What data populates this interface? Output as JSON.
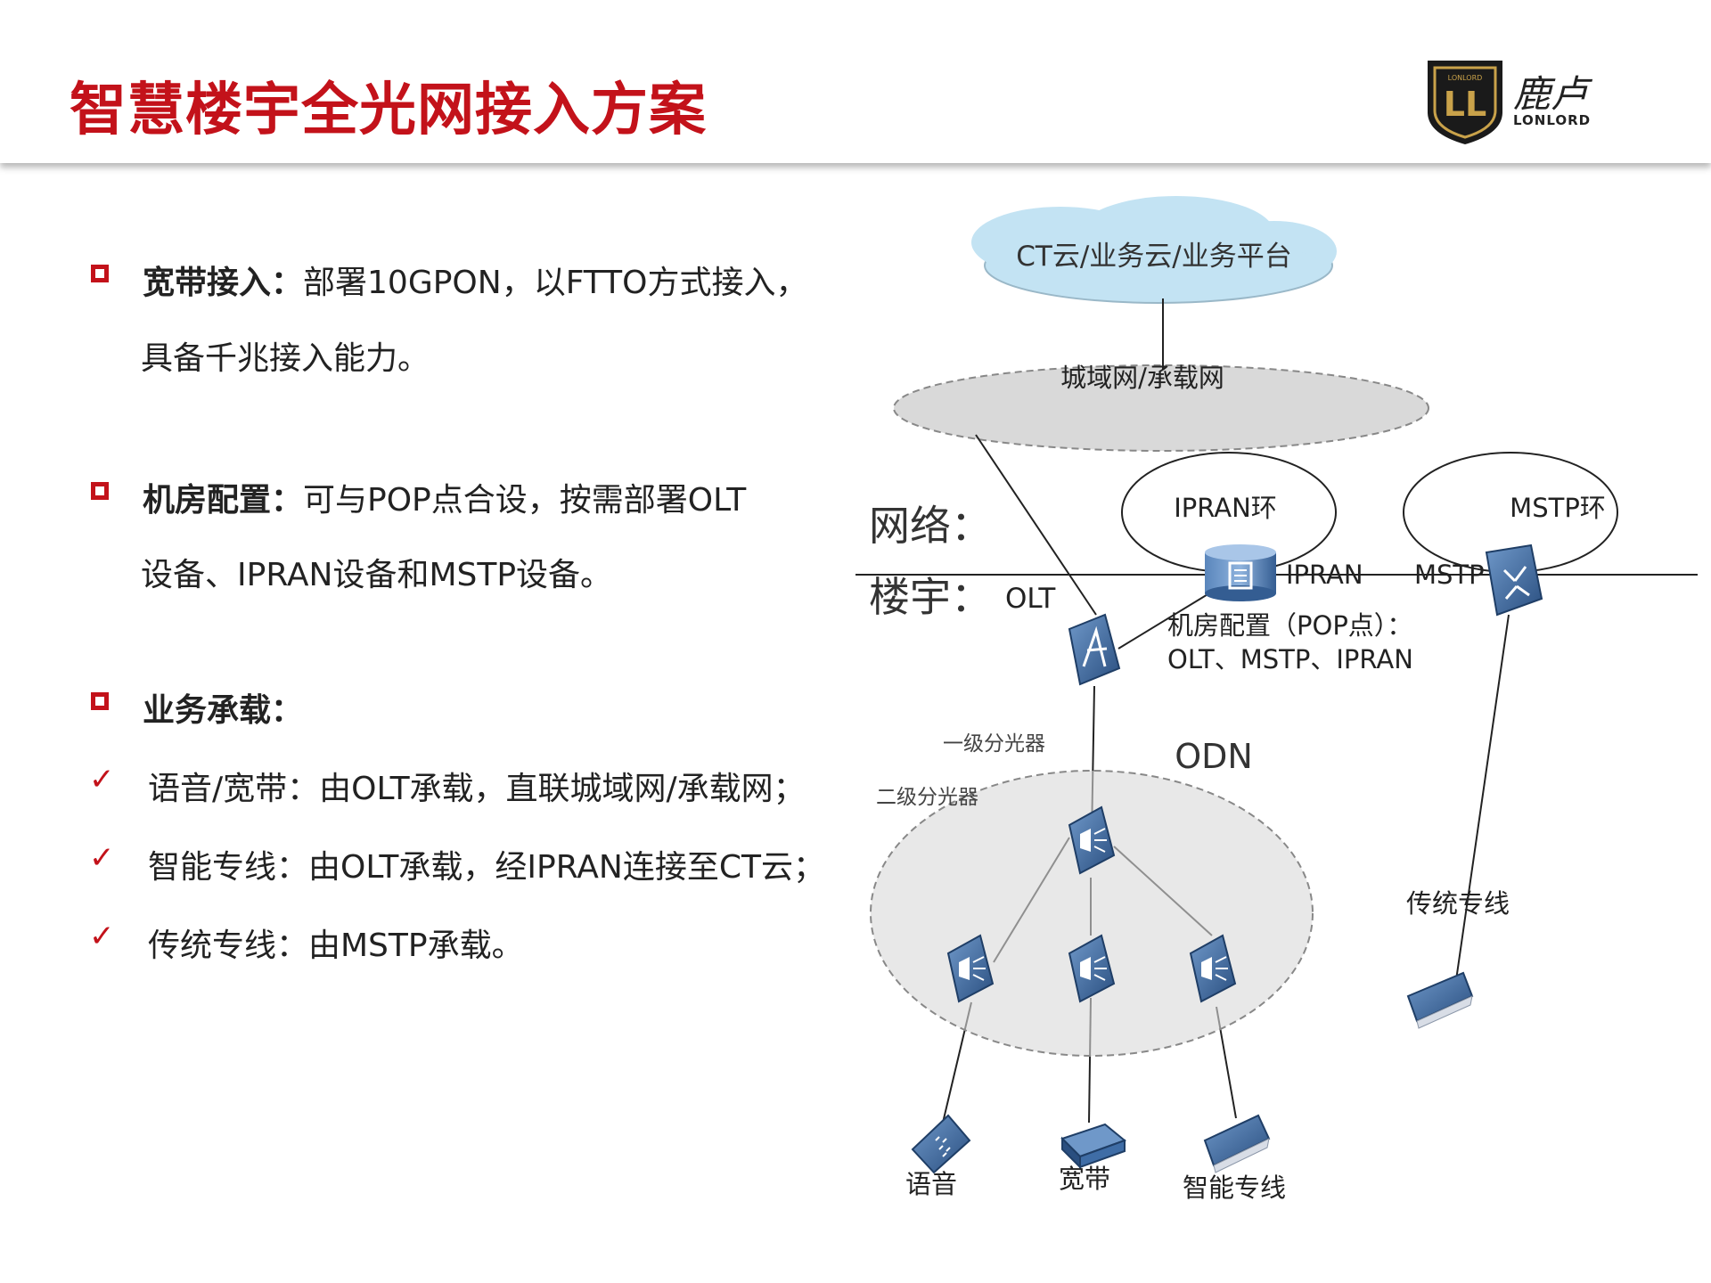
{
  "header": {
    "title": "智慧楼宇全光网接入方案",
    "logo_mark": "LL",
    "logo_small": "LONLORD",
    "logo_cn": "鹿卢",
    "logo_en": "LONLORD"
  },
  "sections": {
    "broadband": {
      "label": "宽带接入：",
      "line1": "部署10GPON，以FTTO方式接入，",
      "line2": "具备千兆接入能力。"
    },
    "room": {
      "label": "机房配置：",
      "line1": "可与POP点合设，按需部署OLT",
      "line2": "设备、IPRAN设备和MSTP设备。"
    },
    "service": {
      "label": "业务承载：",
      "items": [
        "语音/宽带：由OLT承载，直联城域网/承载网；",
        "智能专线：由OLT承载，经IPRAN连接至CT云；",
        "传统专线：由MSTP承载。"
      ]
    }
  },
  "diagram": {
    "cloud": "CT云/业务云/业务平台",
    "metro": "城域网/承载网",
    "ipran_ring": "IPRAN环",
    "mstp_ring": "MSTP环",
    "ipran": "IPRAN",
    "mstp": "MSTP",
    "network": "网络：",
    "building": "楼宇：",
    "olt": "OLT",
    "room_line1": "机房配置（POP点）：",
    "room_line2": "OLT、MSTP、IPRAN",
    "odn": "ODN",
    "splitter1": "一级分光器",
    "splitter2": "二级分光器",
    "traditional": "传统专线",
    "voice": "语音",
    "broadband": "宽带",
    "smart": "智能专线"
  },
  "colors": {
    "accent": "#c3121a",
    "device_blue": "#3f6da6",
    "device_dark": "#1f3e66",
    "cloud": "#c3e3f3",
    "ellipse_fill": "#d9d9d9"
  }
}
